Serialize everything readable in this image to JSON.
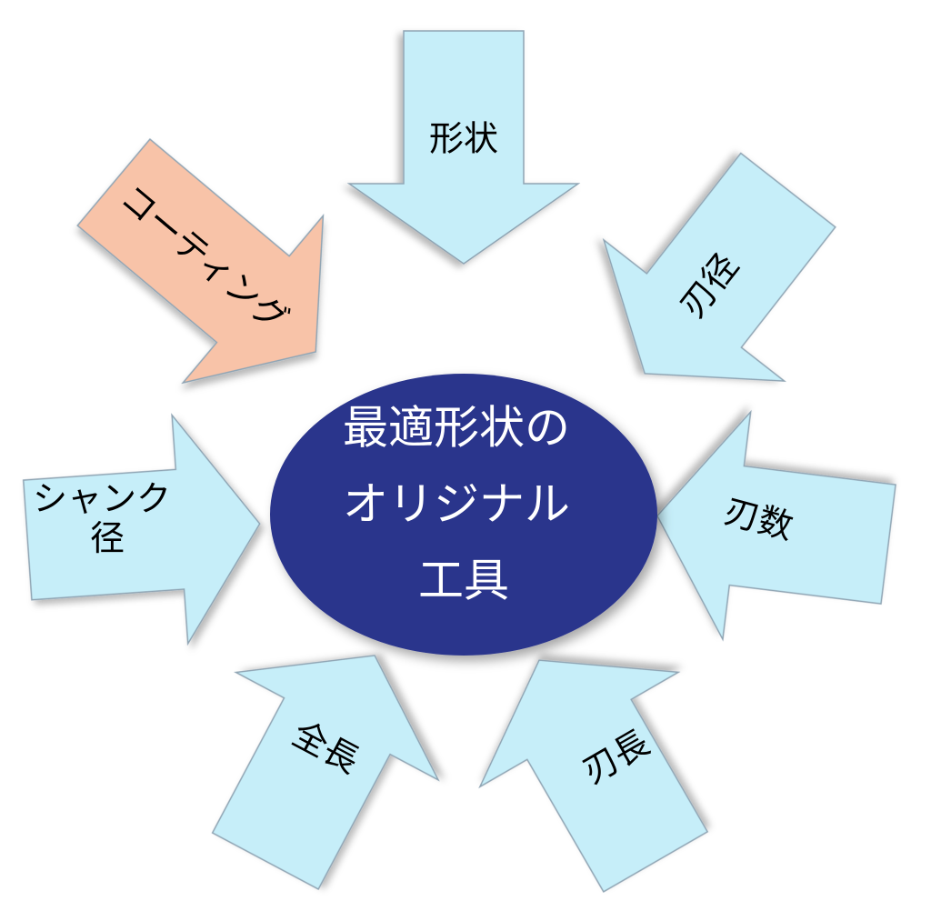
{
  "diagram": {
    "colors": {
      "arrow_fill": "#c6eef9",
      "arrow_fill_highlight": "#f8c3a8",
      "arrow_stroke": "#8fa4b3",
      "center_fill": "#2c358c",
      "label_text": "#000000",
      "center_text": "#ffffff"
    },
    "center": {
      "lines": [
        "最適形状の",
        "オリジナル",
        "工具"
      ]
    },
    "arrows": [
      {
        "label_lines": [
          "形状"
        ],
        "highlight": false
      },
      {
        "label_lines": [
          "刃径"
        ],
        "highlight": false
      },
      {
        "label_lines": [
          "刃数"
        ],
        "highlight": false
      },
      {
        "label_lines": [
          "刃長"
        ],
        "highlight": false
      },
      {
        "label_lines": [
          "全長"
        ],
        "highlight": false
      },
      {
        "label_lines": [
          "シャンク",
          "径"
        ],
        "highlight": false
      },
      {
        "label_lines": [
          "コーティング"
        ],
        "highlight": true
      }
    ]
  }
}
